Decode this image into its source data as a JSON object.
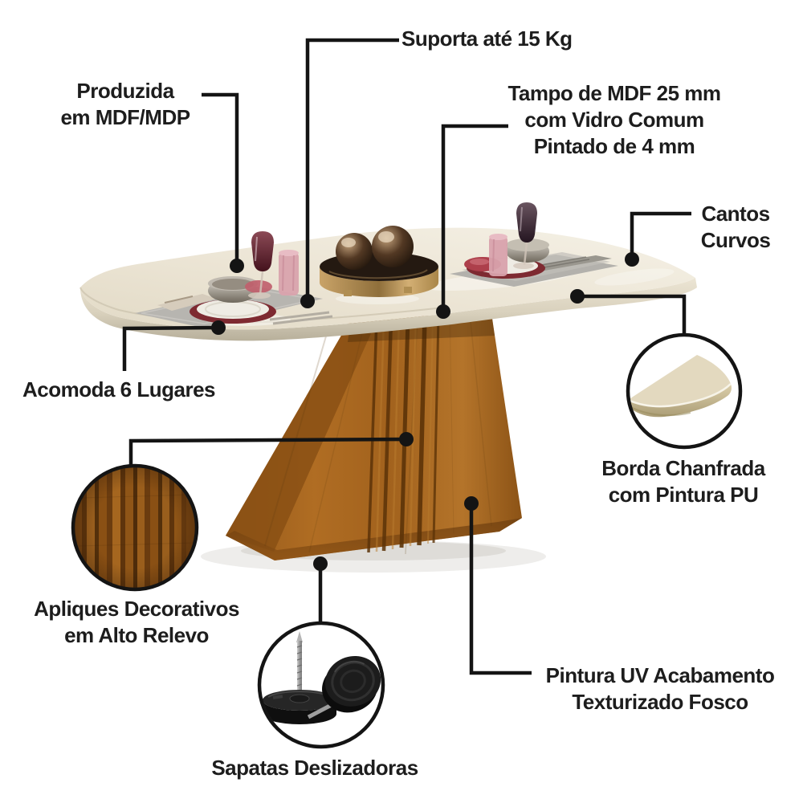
{
  "callouts": {
    "supports": "Suporta até 15 Kg",
    "material": {
      "line1": "Produzida",
      "line2": "em MDF/MDP"
    },
    "tabletop": {
      "line1": "Tampo de MDF 25 mm",
      "line2": "com Vidro Comum",
      "line3": "Pintado de 4 mm"
    },
    "corners": {
      "line1": "Cantos",
      "line2": "Curvos"
    },
    "seats": "Acomoda 6 Lugares",
    "edge": {
      "line1": "Borda Chanfrada",
      "line2": "com Pintura PU"
    },
    "appliques": {
      "line1": "Apliques Decorativos",
      "line2": "em Alto Relevo"
    },
    "paint": {
      "line1": "Pintura UV Acabamento",
      "line2": "Texturizado Fosco"
    },
    "glides": "Sapatas Deslizadoras"
  },
  "colors": {
    "background": "#ffffff",
    "callout_line": "#141414",
    "label_text": "#1d1d1d",
    "wood": "#a4641f",
    "wood_dark": "#5e340c",
    "tabletop": "#efe9da",
    "tabletop_edge": "#c9c1ad",
    "gold_tray": "#c7a268",
    "charger_red": "#7e2a31",
    "glide_black": "#141414"
  }
}
